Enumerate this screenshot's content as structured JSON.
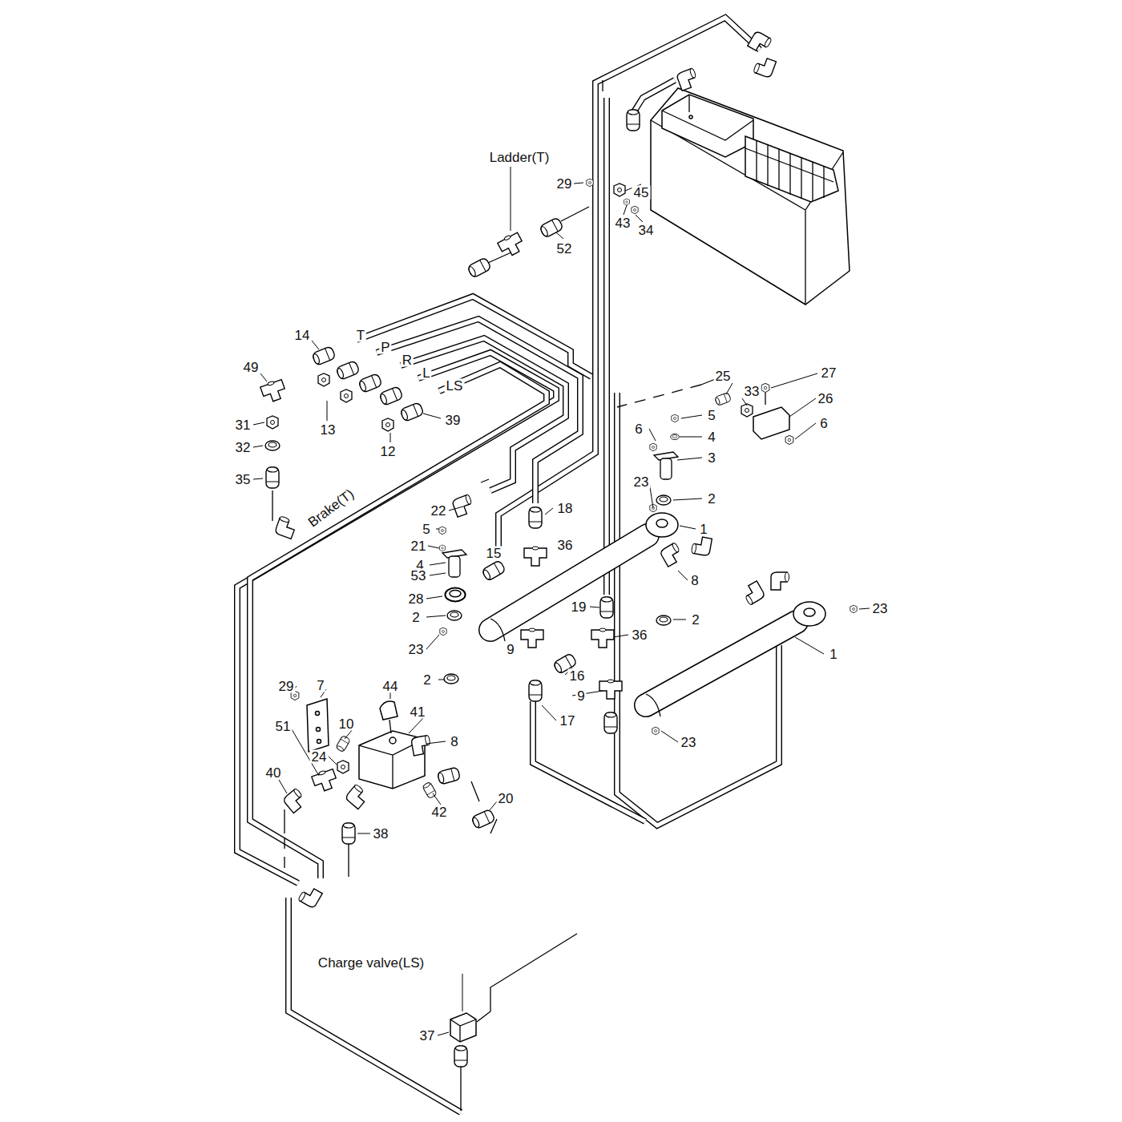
{
  "diagram": {
    "labels": [
      "Ladder(T)",
      "29",
      "45",
      "43",
      "34",
      "52",
      "14",
      "T",
      "P",
      "R",
      "49",
      "L",
      "27",
      "25",
      "LS",
      "33",
      "26",
      "5",
      "39",
      "6",
      "13",
      "6",
      "31",
      "4",
      "32",
      "12",
      "3",
      "35",
      "23",
      "2",
      "Brake(T)",
      "22",
      "18",
      "5",
      "1",
      "21",
      "36",
      "15",
      "4",
      "53",
      "8",
      "28",
      "19",
      "23",
      "2",
      "2",
      "36",
      "23",
      "9",
      "1",
      "16",
      "2",
      "29",
      "7",
      "44",
      "9",
      "41",
      "17",
      "10",
      "51",
      "8",
      "23",
      "24",
      "40",
      "20",
      "42",
      "38",
      "Charge valve(LS)",
      "37"
    ]
  }
}
